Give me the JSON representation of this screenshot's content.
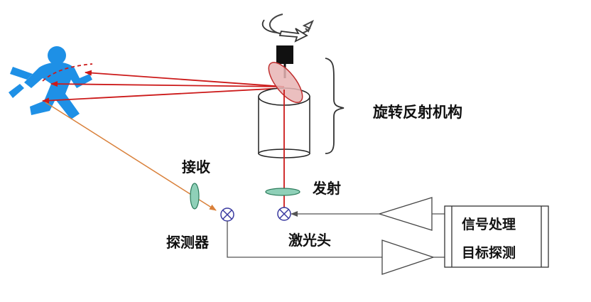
{
  "labels": {
    "rotating_mechanism": "旋转反射机构",
    "receive": "接收",
    "emit": "发射",
    "detector": "探测器",
    "laser_head": "激光头",
    "signal_processing": "信号处理",
    "target_detection": "目标探测"
  },
  "colors": {
    "laser": "#cc1a1a",
    "return_beam": "#d9803a",
    "lens_fill": "#8fd0b8",
    "mirror_fill": "#e8b4b4",
    "runner": "#1e90e6",
    "line": "#555555"
  }
}
